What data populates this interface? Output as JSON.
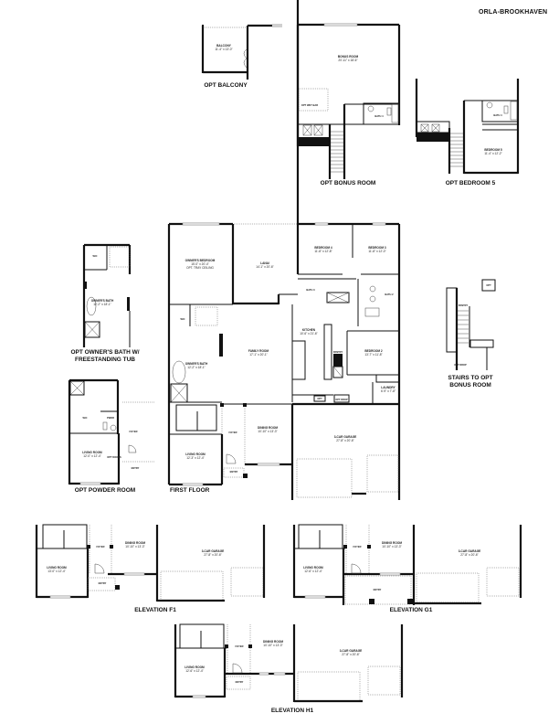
{
  "header": {
    "plan_name": "ORLA-BROOKHAVEN"
  },
  "diagrams": {
    "opt_balcony": {
      "caption": "OPT BALCONY",
      "rooms": [
        {
          "name": "BALCONY",
          "dim": "11'-4\" x 13'-0\""
        }
      ]
    },
    "opt_bonus_room": {
      "caption": "OPT BONUS ROOM",
      "rooms": [
        {
          "name": "BONUS ROOM",
          "dim": "20'-11\" x 18'-6\""
        },
        {
          "name": "OPT WET BAR",
          "dim": ""
        },
        {
          "name": "BATH 4",
          "dim": ""
        }
      ]
    },
    "opt_bedroom_5": {
      "caption": "OPT BEDROOM 5",
      "rooms": [
        {
          "name": "BEDROOM 5",
          "dim": "11'-4\" x 12'-2\""
        },
        {
          "name": "BATH 4",
          "dim": ""
        }
      ]
    },
    "opt_owners_bath": {
      "caption_line1": "OPT OWNER'S BATH W/",
      "caption_line2": "FREESTANDING TUB",
      "rooms": [
        {
          "name": "OWNER'S BATH",
          "dim": "12'-2\" x 18'-1\""
        },
        {
          "name": "W/C",
          "dim": ""
        }
      ]
    },
    "opt_powder_room": {
      "caption": "OPT POWDER ROOM",
      "rooms": [
        {
          "name": "LIVING ROOM",
          "dim": "12'-0\" x 12'-4\""
        },
        {
          "name": "PWDR",
          "dim": ""
        },
        {
          "name": "W/C",
          "dim": ""
        },
        {
          "name": "FOYER",
          "dim": ""
        },
        {
          "name": "ENTRY",
          "dim": ""
        },
        {
          "name": "OPT DOORS",
          "dim": ""
        }
      ]
    },
    "stairs_to_bonus": {
      "caption_line1": "STAIRS TO OPT",
      "caption_line2": "BONUS ROOM",
      "rooms": [
        {
          "name": "PANTRY",
          "dim": ""
        },
        {
          "name": "OPT",
          "dim": ""
        },
        {
          "name": "OPT DROP",
          "dim": ""
        }
      ]
    },
    "first_floor": {
      "caption": "FIRST FLOOR",
      "rooms": [
        {
          "name": "OWNER'S BEDROOM",
          "dim": "15'-0\" x 20'-4\"",
          "note": "OPT. TRAY CEILING"
        },
        {
          "name": "LANAI",
          "dim": "14'-1\" x 20'-6\""
        },
        {
          "name": "BEDROOM 4",
          "dim": "11'-8\" x 12'-8\""
        },
        {
          "name": "BEDROOM 3",
          "dim": "11'-8\" x 12'-0\""
        },
        {
          "name": "BATH 3",
          "dim": ""
        },
        {
          "name": "BATH 2",
          "dim": ""
        },
        {
          "name": "KITCHEN",
          "dim": "10'-6\" x 21'-6\""
        },
        {
          "name": "FAMILY ROOM",
          "dim": "17'-1\" x 20'-1\""
        },
        {
          "name": "OWNER'S BATH",
          "dim": "12'-2\" x 18'-1\""
        },
        {
          "name": "BEDROOM 2",
          "dim": "13'-7\" x 11'-8\""
        },
        {
          "name": "LAUNDRY",
          "dim": "6'-9\" x 7'-8\""
        },
        {
          "name": "FOYER",
          "dim": ""
        },
        {
          "name": "DINING ROOM",
          "dim": "10'-10\" x 13'-3\""
        },
        {
          "name": "3-CAR GARAGE",
          "dim": "27'-8\" x 20'-6\""
        },
        {
          "name": "LIVING ROOM",
          "dim": "12'-3\" x 12'-4\""
        },
        {
          "name": "ENTRY",
          "dim": ""
        },
        {
          "name": "W/C",
          "dim": ""
        },
        {
          "name": "PANTRY",
          "dim": ""
        },
        {
          "name": "OPT DROP",
          "dim": ""
        },
        {
          "name": "OPT",
          "dim": ""
        }
      ]
    },
    "elevation_f1": {
      "caption": "ELEVATION F1",
      "rooms": [
        {
          "name": "LIVING ROOM",
          "dim": "13'-0\" x 12'-4\""
        },
        {
          "name": "FOYER",
          "dim": ""
        },
        {
          "name": "DINING ROOM",
          "dim": "10'-10\" x 13'-3\""
        },
        {
          "name": "3-CAR GARAGE",
          "dim": "27'-8\" x 20'-6\""
        },
        {
          "name": "ENTRY",
          "dim": ""
        }
      ]
    },
    "elevation_g1": {
      "caption": "ELEVATION G1",
      "rooms": [
        {
          "name": "LIVING ROOM",
          "dim": "12'-6\" x 12'-4\""
        },
        {
          "name": "FOYER",
          "dim": ""
        },
        {
          "name": "DINING ROOM",
          "dim": "10'-10\" x 13'-3\""
        },
        {
          "name": "3-CAR GARAGE",
          "dim": "27'-8\" x 20'-6\""
        },
        {
          "name": "ENTRY",
          "dim": ""
        }
      ]
    },
    "elevation_h1": {
      "caption": "ELEVATION H1",
      "rooms": [
        {
          "name": "LIVING ROOM",
          "dim": "12'-6\" x 12'-4\""
        },
        {
          "name": "FOYER",
          "dim": ""
        },
        {
          "name": "DINING ROOM",
          "dim": "10'-10\" x 13'-3\""
        },
        {
          "name": "3-CAR GARAGE",
          "dim": "27'-8\" x 20'-6\""
        },
        {
          "name": "ENTRY",
          "dim": ""
        }
      ]
    }
  }
}
